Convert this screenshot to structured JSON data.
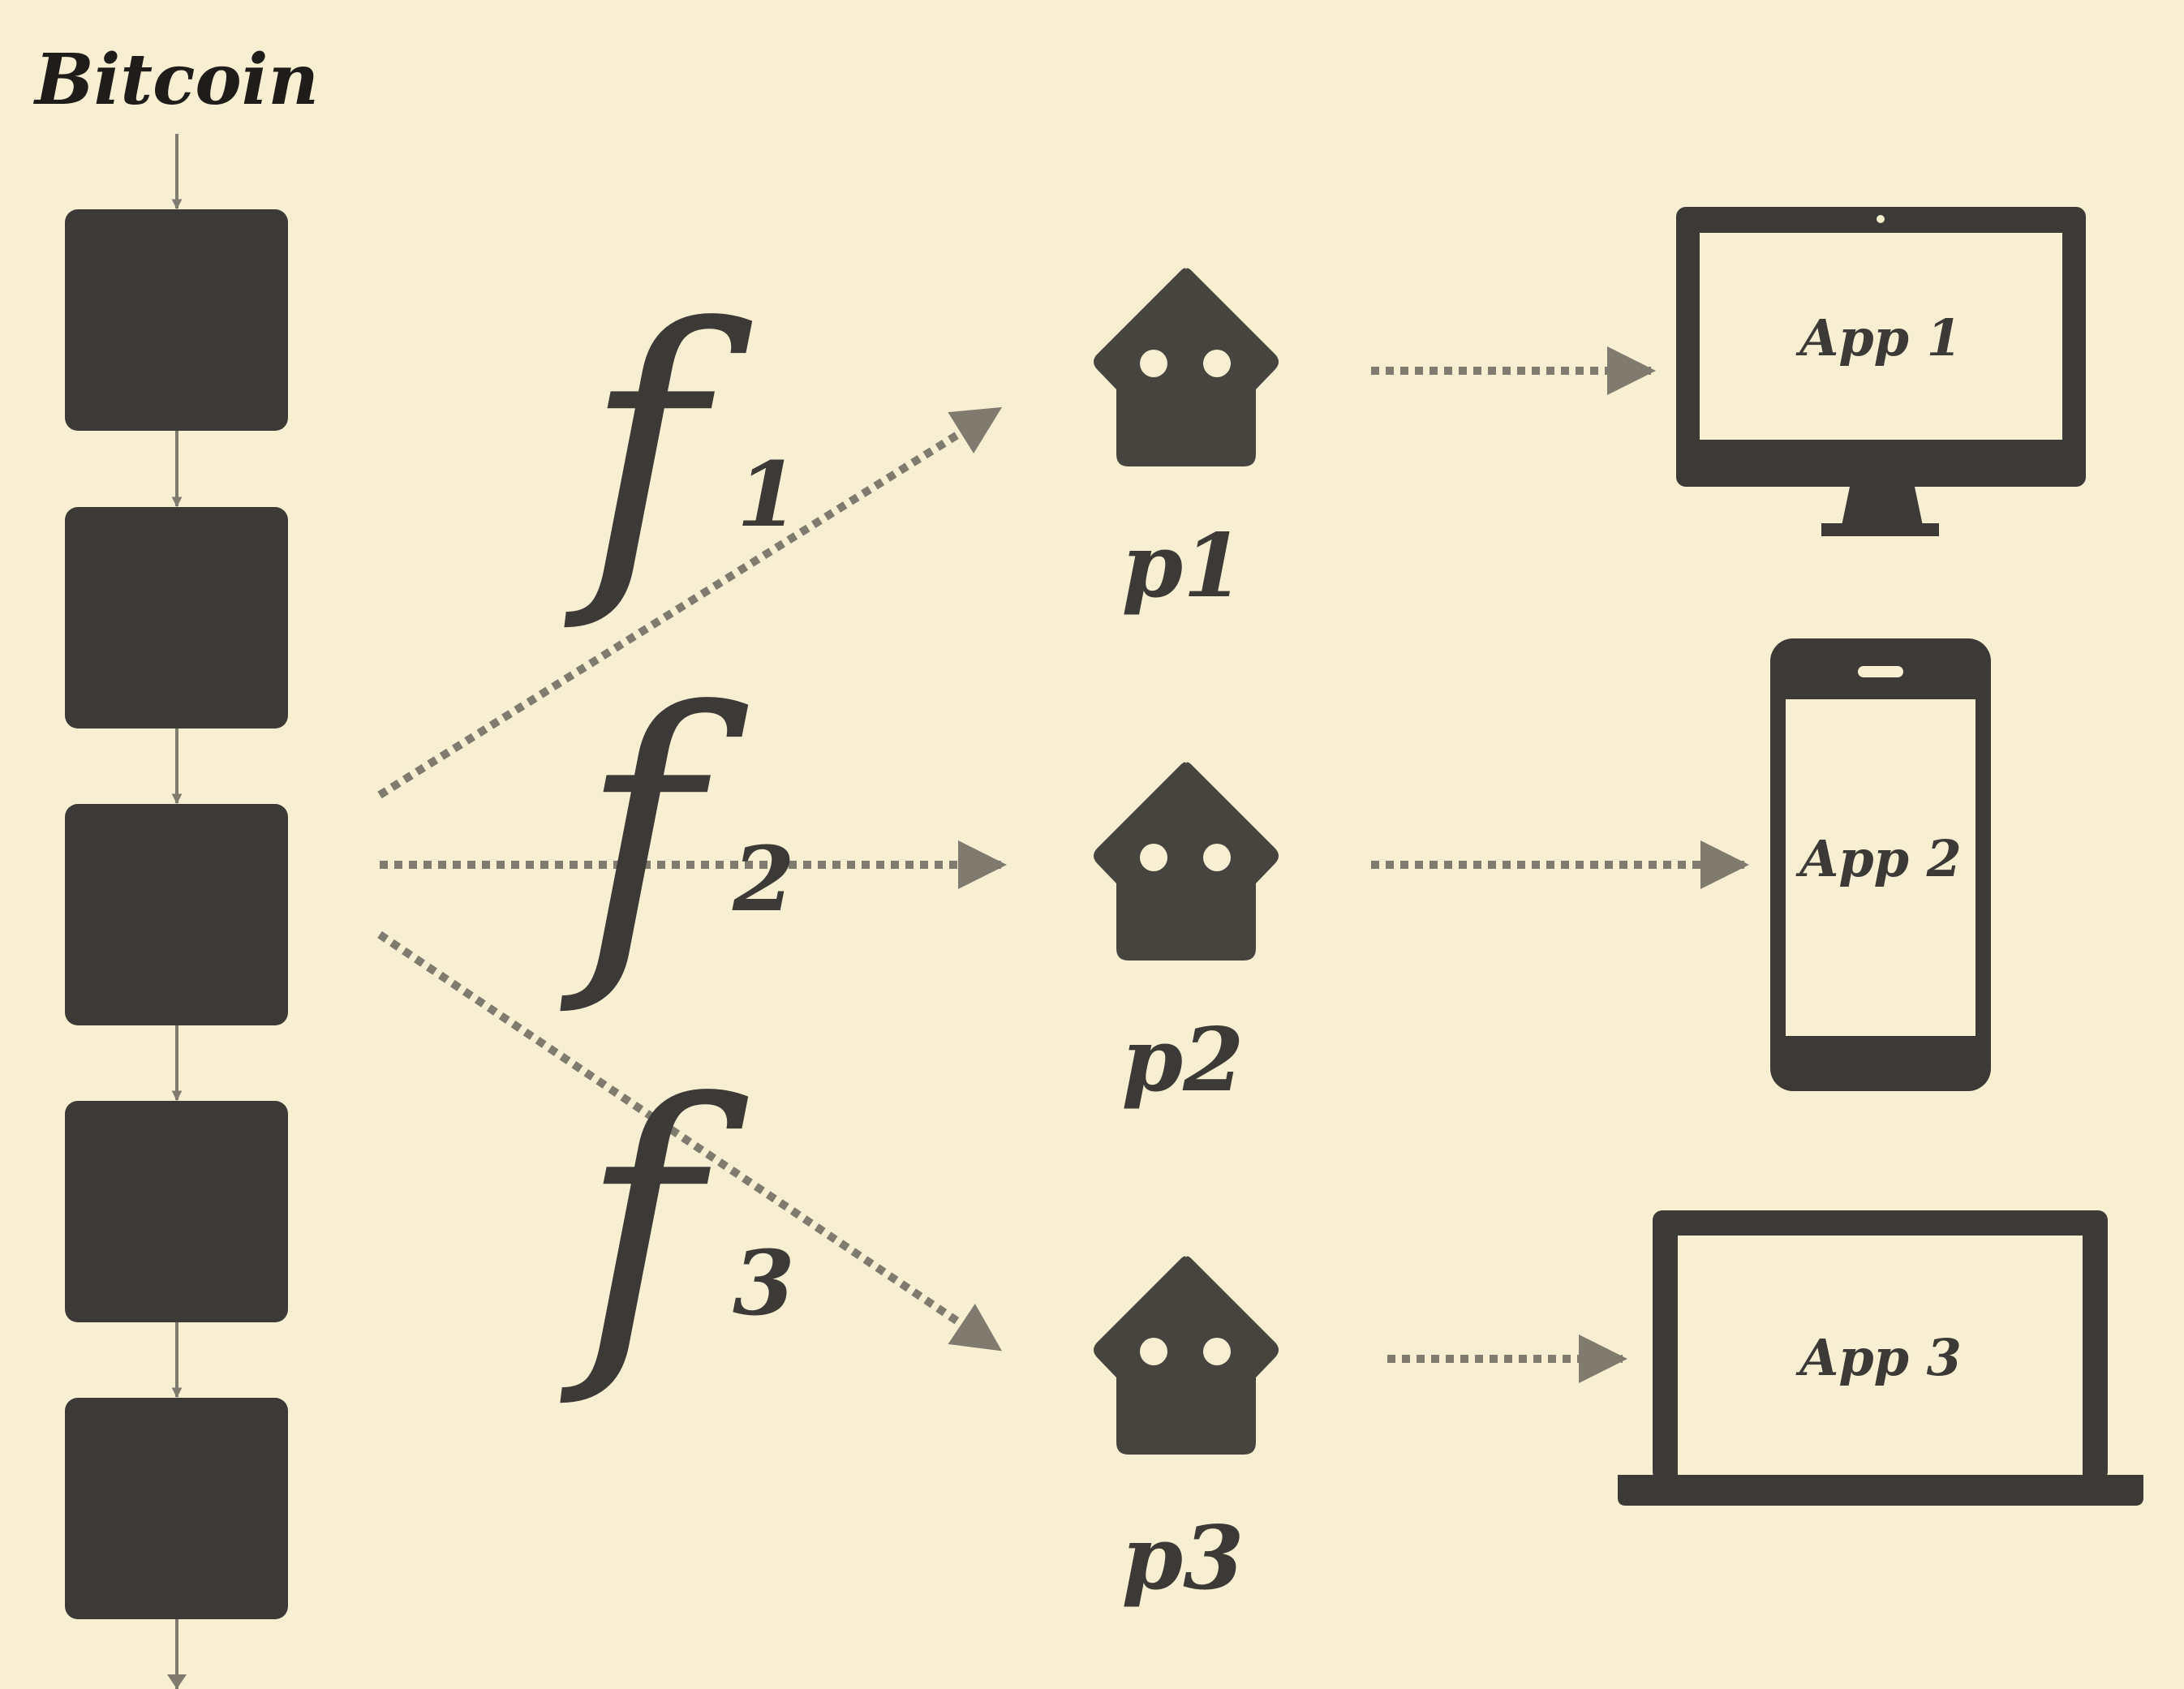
{
  "title": "Bitcoin",
  "colors": {
    "background": "#f8efd3",
    "dark": "#3c3a36",
    "arrow": "#7f7b6f",
    "screen": "#f8efd3"
  },
  "chain": {
    "block_count": 5
  },
  "filters": [
    {
      "symbol": "f",
      "subscript": "1"
    },
    {
      "symbol": "f",
      "subscript": "2"
    },
    {
      "symbol": "f",
      "subscript": "3"
    }
  ],
  "nodes": [
    {
      "label": "p1",
      "icon": "node-house-icon"
    },
    {
      "label": "p2",
      "icon": "node-house-icon"
    },
    {
      "label": "p3",
      "icon": "node-house-icon"
    }
  ],
  "apps": [
    {
      "label": "App 1",
      "device": "monitor-icon"
    },
    {
      "label": "App 2",
      "device": "phone-icon"
    },
    {
      "label": "App 3",
      "device": "laptop-icon"
    }
  ]
}
